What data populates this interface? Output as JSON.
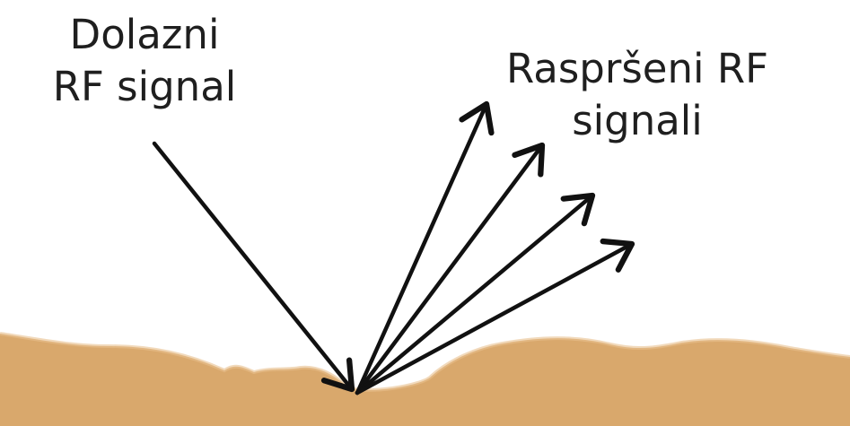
{
  "labels": {
    "incoming": {
      "line1": "Dolazni",
      "line2": "RF signal"
    },
    "scattered": {
      "line1": "Raspršeni RF",
      "line2": "signali"
    }
  },
  "colors": {
    "background": "#ffffff",
    "ground": "#d9a86c",
    "arrow": "#111111",
    "text": "#1f1f1f"
  }
}
